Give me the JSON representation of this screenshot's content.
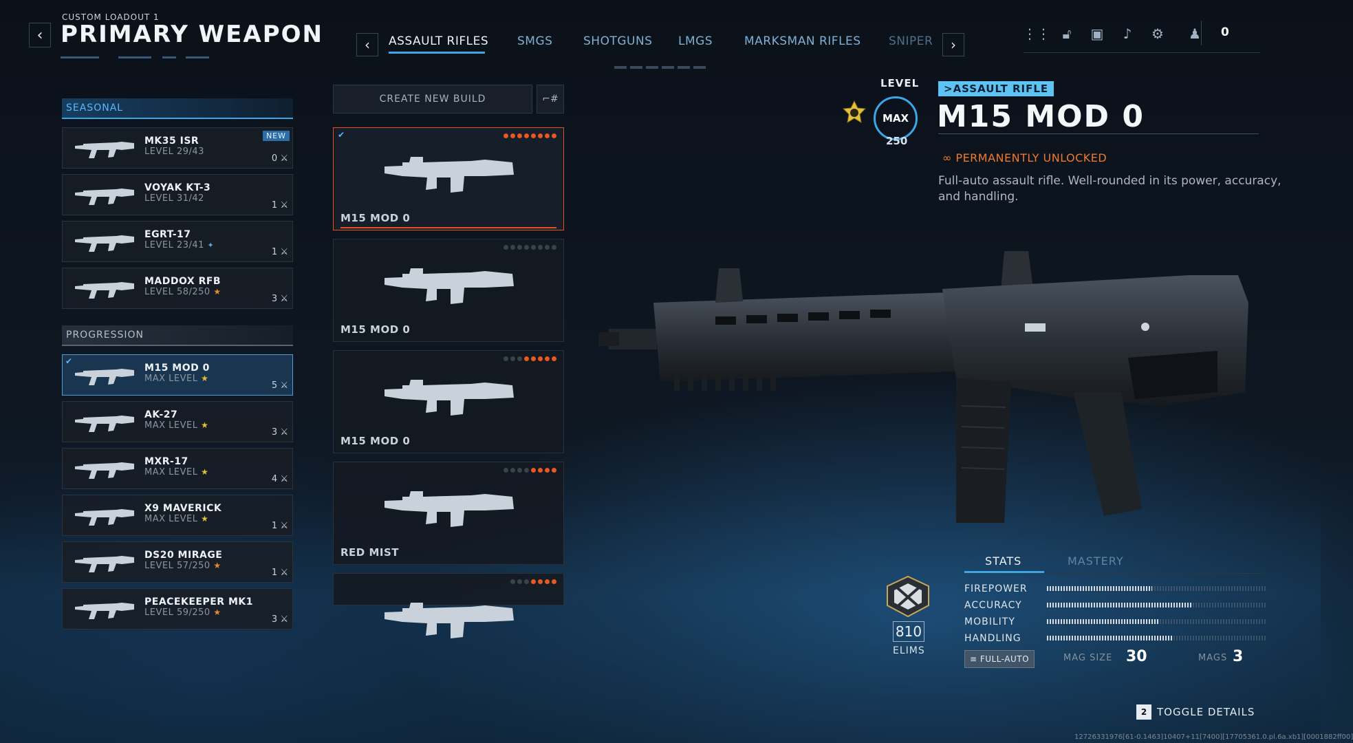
{
  "header": {
    "loadout_name": "CUSTOM LOADOUT 1",
    "title": "PRIMARY WEAPON",
    "currency_value": "0"
  },
  "tabs": [
    {
      "label": "ASSAULT RIFLES",
      "active": true
    },
    {
      "label": "SMGS",
      "active": false
    },
    {
      "label": "SHOTGUNS",
      "active": false
    },
    {
      "label": "LMGS",
      "active": false
    },
    {
      "label": "MARKSMAN RIFLES",
      "active": false
    },
    {
      "label": "SNIPER",
      "active": false
    }
  ],
  "top_icons": [
    "grid-icon",
    "unlock-icon",
    "camera-icon",
    "bell-icon",
    "gear-icon",
    "operator-icon"
  ],
  "sections": {
    "seasonal": "SEASONAL",
    "progression": "PROGRESSION"
  },
  "seasonal_weapons": [
    {
      "name": "MK35 ISR",
      "level": "LEVEL 29/43",
      "count": "0",
      "badge": "NEW",
      "icon": ""
    },
    {
      "name": "VOYAK KT-3",
      "level": "LEVEL 31/42",
      "count": "1",
      "badge": "",
      "icon": ""
    },
    {
      "name": "EGRT-17",
      "level": "LEVEL 23/41",
      "count": "1",
      "badge": "",
      "icon": "star-blue"
    },
    {
      "name": "MADDOX RFB",
      "level": "LEVEL 58/250",
      "count": "3",
      "badge": "",
      "icon": "star-orange"
    }
  ],
  "progression_weapons": [
    {
      "name": "M15 MOD 0",
      "level": "MAX LEVEL",
      "count": "5",
      "selected": true,
      "icon": "star-gold"
    },
    {
      "name": "AK-27",
      "level": "MAX LEVEL",
      "count": "3",
      "selected": false,
      "icon": "star-gold"
    },
    {
      "name": "MXR-17",
      "level": "MAX LEVEL",
      "count": "4",
      "selected": false,
      "icon": "star-gold"
    },
    {
      "name": "X9 MAVERICK",
      "level": "MAX LEVEL",
      "count": "1",
      "selected": false,
      "icon": "star-gold"
    },
    {
      "name": "DS20 MIRAGE",
      "level": "LEVEL 57/250",
      "count": "1",
      "selected": false,
      "icon": "star-orange"
    },
    {
      "name": "PEACEKEEPER MK1",
      "level": "LEVEL 59/250",
      "count": "3",
      "selected": false,
      "icon": "star-orange"
    }
  ],
  "builds": {
    "create_label": "CREATE NEW BUILD",
    "items": [
      {
        "name": "M15 MOD 0",
        "attachments_filled": 8,
        "attachments_total": 8,
        "selected": true
      },
      {
        "name": "M15 MOD 0",
        "attachments_filled": 0,
        "attachments_total": 8,
        "selected": false
      },
      {
        "name": "M15 MOD 0",
        "attachments_filled": 5,
        "attachments_total": 8,
        "selected": false
      },
      {
        "name": "RED MIST",
        "attachments_filled": 4,
        "attachments_total": 8,
        "selected": false
      },
      {
        "name": "",
        "attachments_filled": 4,
        "attachments_total": 7,
        "selected": false
      }
    ]
  },
  "weapon": {
    "level_label": "LEVEL",
    "level_ring_text": "MAX",
    "level_max": "250",
    "class_tag": ">ASSAULT RIFLE",
    "name": "M15 MOD 0",
    "unlock_status": "∞ PERMANENTLY UNLOCKED",
    "description": "Full-auto assault rifle. Well-rounded in its power, accuracy, and handling."
  },
  "elims": {
    "count": "810",
    "label": "ELIMS"
  },
  "stats_panel": {
    "tab_stats": "STATS",
    "tab_mastery": "MASTERY",
    "stats": [
      {
        "label": "FIREPOWER",
        "value": 0.48
      },
      {
        "label": "ACCURACY",
        "value": 0.66
      },
      {
        "label": "MOBILITY",
        "value": 0.51
      },
      {
        "label": "HANDLING",
        "value": 0.58
      }
    ],
    "fire_mode": "≡ FULL-AUTO",
    "mag_size_label": "MAG SIZE",
    "mag_size_value": "30",
    "mags_label": "MAGS",
    "mags_value": "3"
  },
  "footer": {
    "toggle_key": "2",
    "toggle_label": "TOGGLE DETAILS",
    "build_id": "12726331976[61-0.1463]10407+11[7400][17705361.0.pl.6a.xb1][0001882ff00]"
  },
  "colors": {
    "accent_blue": "#3aa7e8",
    "accent_orange": "#e8581f",
    "gold": "#e2c23a"
  }
}
